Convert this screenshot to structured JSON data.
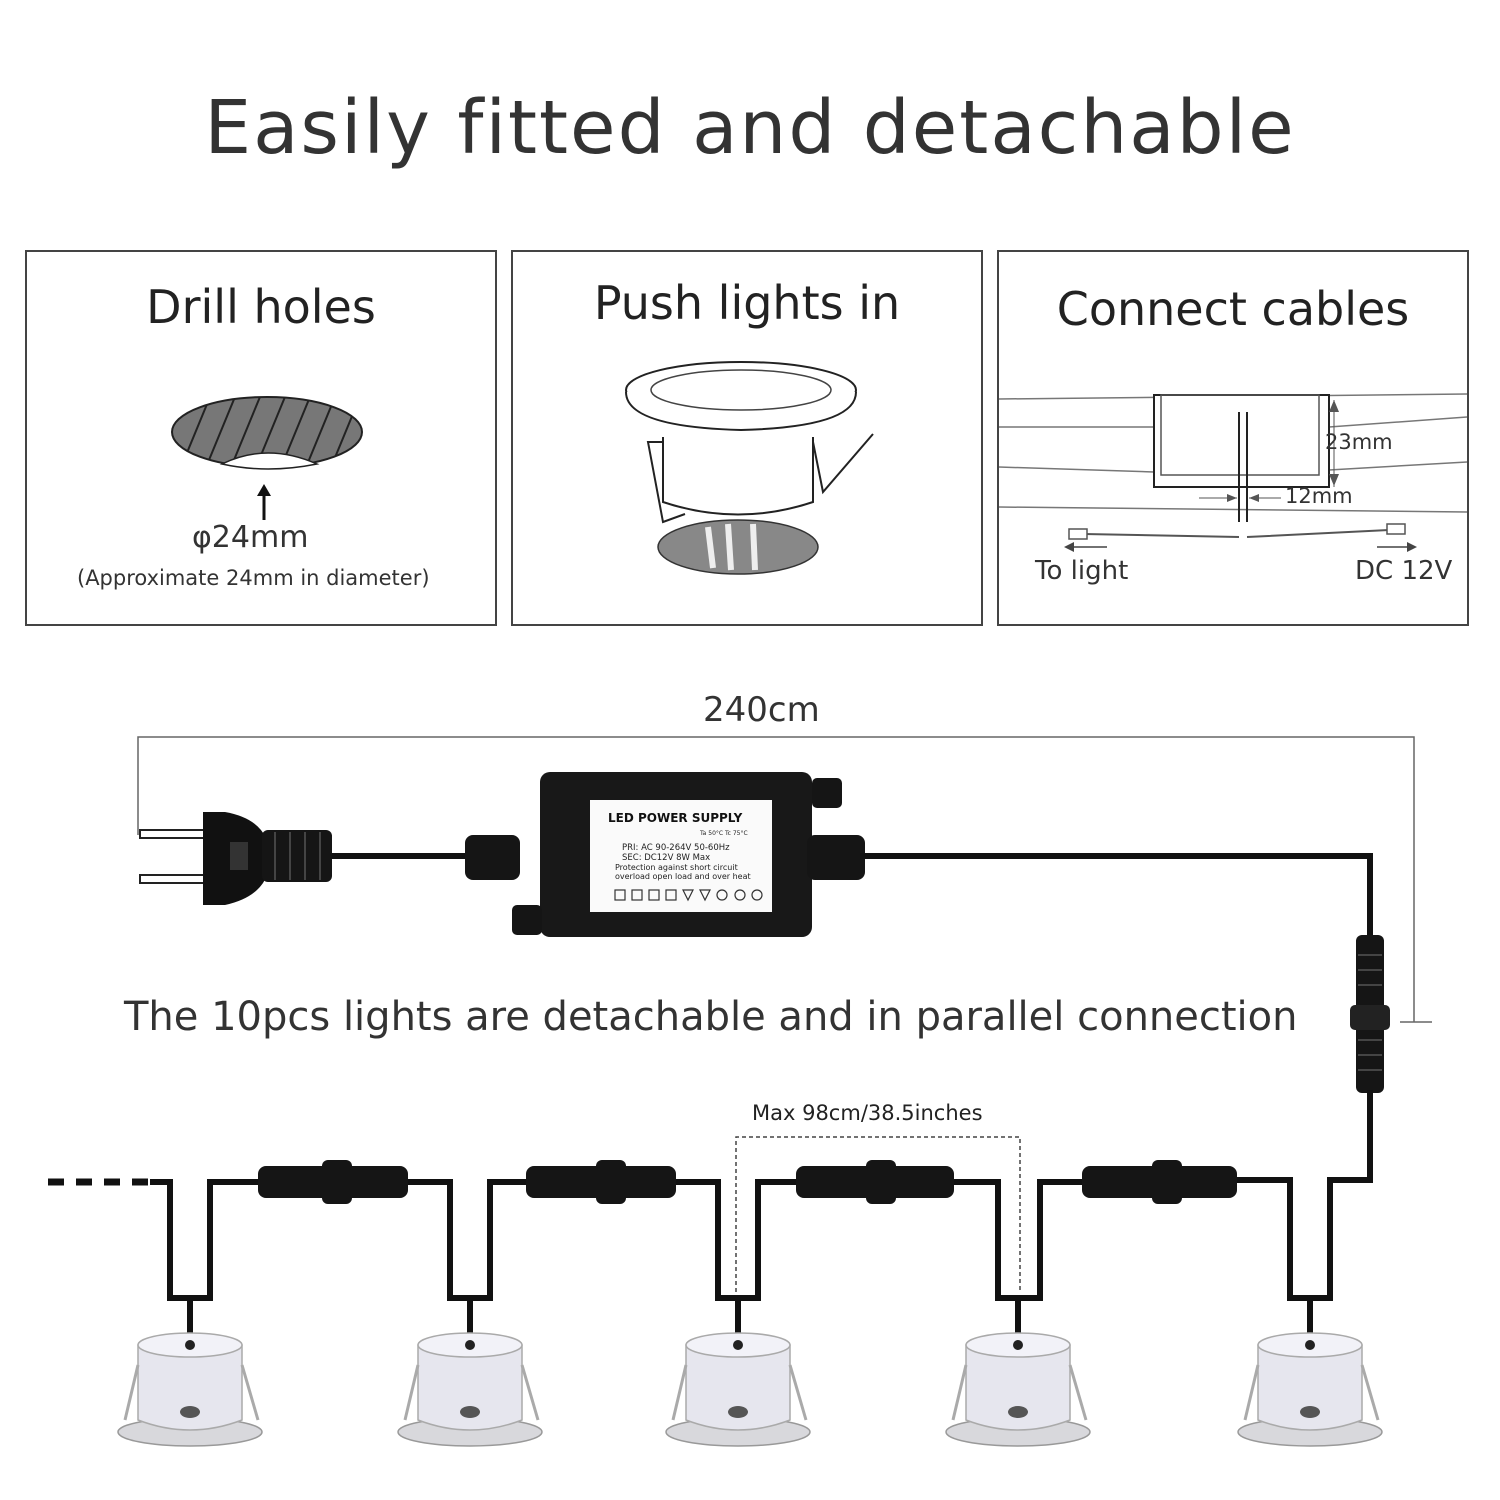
{
  "title": "Easily fitted and detachable",
  "steps": [
    {
      "title": "Drill holes",
      "hole_size": "φ24mm",
      "hole_note": "(Approximate 24mm in diameter)"
    },
    {
      "title": "Push lights in"
    },
    {
      "title": "Connect cables",
      "depth_label": "23mm",
      "width_label": "12mm",
      "left_label": "To light",
      "right_label": "DC 12V"
    }
  ],
  "wiring": {
    "total_length": "240cm",
    "power_supply_label": "LED POWER SUPPLY",
    "psu_line_pri": "PRI: AC 90-264V  50-60Hz",
    "psu_line_sec": "SEC: DC12V         8W Max",
    "psu_line_prot1": "Protection against short circuit",
    "psu_line_prot2": "overload open load and over heat",
    "psu_temp": "Ta 50°C  Tc 75°C",
    "caption": "The 10pcs lights are detachable and in parallel connection",
    "spacing": "Max 98cm/38.5inches"
  },
  "colors": {
    "cable": "#111111",
    "text": "#333333",
    "panel_border": "#444444"
  }
}
